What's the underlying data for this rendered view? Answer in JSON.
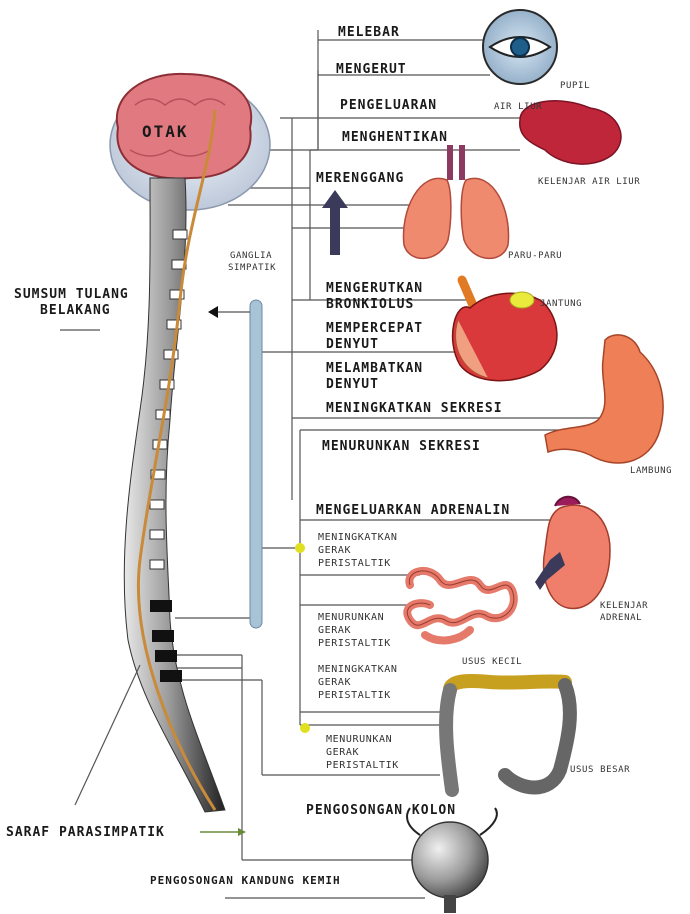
{
  "labels": {
    "brain": "OTAK",
    "spinal_cord": [
      "SUMSUM TULANG",
      "BELAKANG"
    ],
    "ganglia": [
      "GANGLIA",
      "SIMPATIK"
    ],
    "parasympathetic": "SARAF PARASIMPATIK",
    "pupil": "PUPIL",
    "salivary_gland": "KELENJAR AIR LIUR",
    "lungs": "PARU-PARU",
    "heart": "JANTUNG",
    "stomach": "LAMBUNG",
    "adrenal": [
      "KELENJAR",
      "ADRENAL"
    ],
    "small_intestine": "USUS KECIL",
    "large_intestine": "USUS BESAR"
  },
  "effects": {
    "dilate": "MELEBAR",
    "constrict": "MENGERUT",
    "salivation": [
      "PENGELUARAN",
      "AIR LIUR"
    ],
    "stop": "MENGHENTIKAN",
    "widen": "MERENGGANG",
    "bronchi": [
      "MENGERUTKAN",
      "BRONKIOLUS"
    ],
    "accelerate": [
      "MEMPERCEPAT",
      "DENYUT"
    ],
    "slow": [
      "MELAMBATKAN",
      "DENYUT"
    ],
    "increase_secretion": "MENINGKATKAN SEKRESI",
    "decrease_secretion": "MENURUNKAN SEKRESI",
    "adrenaline": "MENGELUARKAN ADRENALIN",
    "peristalsis_up_1": [
      "MENINGKATKAN",
      "GERAK",
      "PERISTALTIK"
    ],
    "peristalsis_down_1": [
      "MENURUNKAN",
      "GERAK",
      "PERISTALTIK"
    ],
    "peristalsis_up_2": [
      "MENINGKATKAN",
      "GERAK",
      "PERISTALTIK"
    ],
    "peristalsis_down_2": [
      "MENURUNKAN",
      "GERAK",
      "PERISTALTIK"
    ],
    "colon_emptying": "PENGOSONGAN KOLON",
    "bladder_emptying": "PENGOSONGAN KANDUNG KEMIH"
  },
  "colors": {
    "brain": "#e07a80",
    "organ_red": "#d9393a",
    "lung": "#ef8a6e",
    "stomach": "#ee7f57",
    "spine_dark": "#2a2a2a",
    "nerve": "#c98a3a",
    "ganglia_bar": "#a9c3d6",
    "arrow": "#3b3a5a",
    "highlight": "#e0e020"
  }
}
